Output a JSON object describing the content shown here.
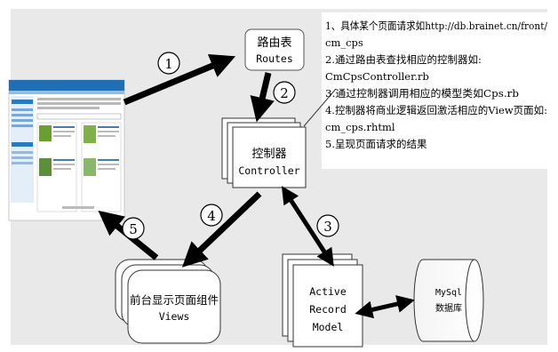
{
  "routes": {
    "title": "路由表",
    "subtitle": "Routes"
  },
  "controller": {
    "title": "控制器",
    "subtitle": "Controller"
  },
  "views": {
    "title": "前台显示页面组件",
    "subtitle": "Views"
  },
  "active_record": {
    "line1": "Active",
    "line2": "Record",
    "line3": "Model"
  },
  "database": {
    "line1": "MySql",
    "line2": "数据库"
  },
  "steps": [
    "1",
    "2",
    "3",
    "4",
    "5"
  ],
  "notes": [
    "1、具体某个页面请求如http://db.brainet.cn/front/",
    "cm_cps",
    "2.通过路由表查找相应的控制器如:",
    "CmCpsController.rb",
    "3.通过控制器调用相应的模型类如Cps.rb",
    "4.控制器将商业逻辑返回激活相应的View页面如:",
    "cm_cps.rhtml",
    "5.呈现页面请求的结果"
  ],
  "colors": {
    "arrow": "#000000",
    "background": "#e9e9e9",
    "panel": "#ffffff"
  }
}
